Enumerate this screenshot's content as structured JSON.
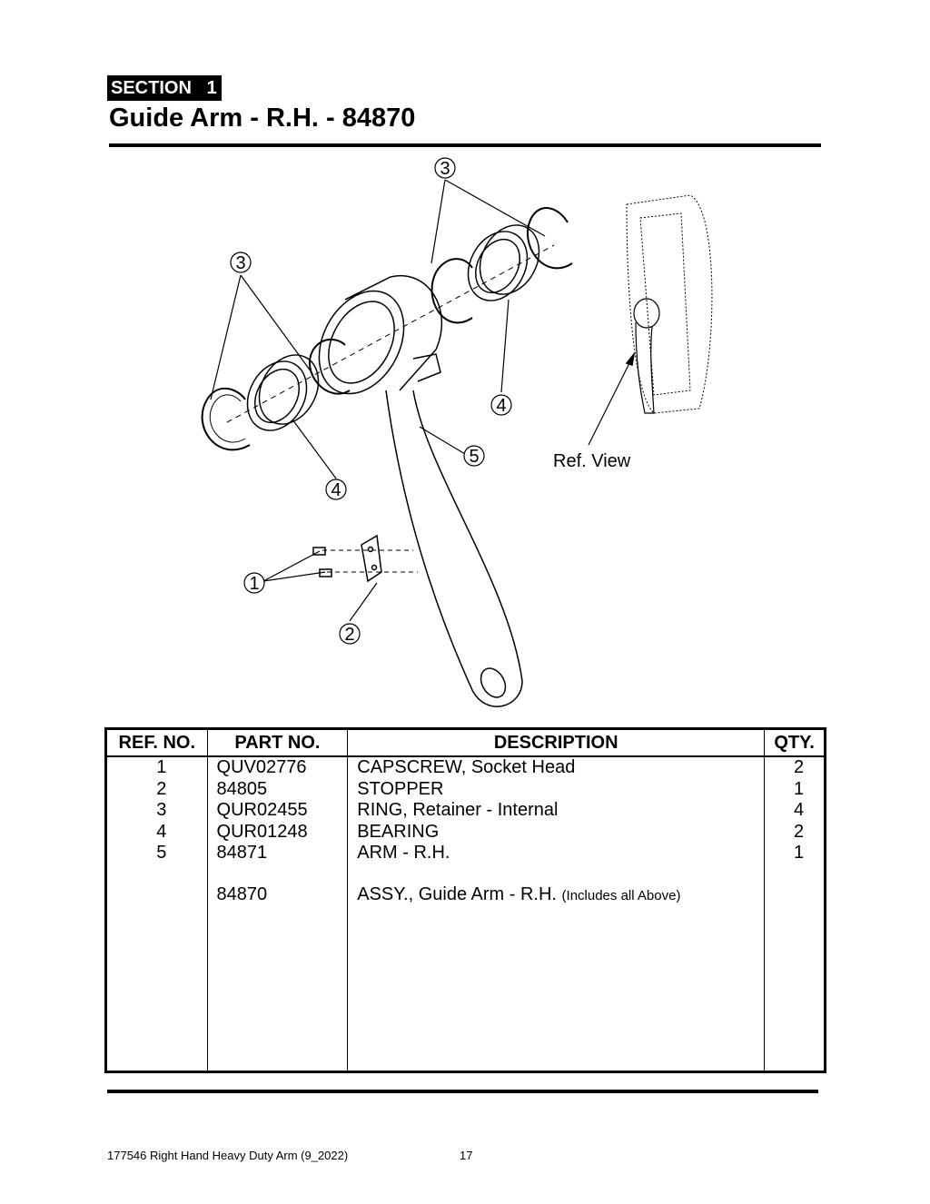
{
  "header": {
    "section_label": "SECTION",
    "section_number": "1",
    "title": "Guide Arm - R.H. - 84870"
  },
  "diagram": {
    "callouts": [
      "3",
      "3",
      "4",
      "5",
      "4",
      "1",
      "2"
    ],
    "ref_view_label": "Ref. View"
  },
  "table": {
    "headers": [
      "REF. NO.",
      "PART NO.",
      "DESCRIPTION",
      "QTY."
    ],
    "rows": [
      {
        "ref": "1",
        "part": "QUV02776",
        "desc": "CAPSCREW, Socket Head",
        "qty": "2"
      },
      {
        "ref": "2",
        "part": "84805",
        "desc": "STOPPER",
        "qty": "1"
      },
      {
        "ref": "3",
        "part": "QUR02455",
        "desc": "RING, Retainer - Internal",
        "qty": "4"
      },
      {
        "ref": "4",
        "part": "QUR01248",
        "desc": "BEARING",
        "qty": "2"
      },
      {
        "ref": "5",
        "part": "84871",
        "desc": "ARM - R.H.",
        "qty": "1"
      }
    ],
    "assembly": {
      "part": "84870",
      "desc": "ASSY., Guide Arm - R.H.",
      "note": "(Includes all Above)"
    }
  },
  "footer": {
    "doc": "177546 Right Hand Heavy Duty Arm (9_2022)",
    "page": "17"
  }
}
